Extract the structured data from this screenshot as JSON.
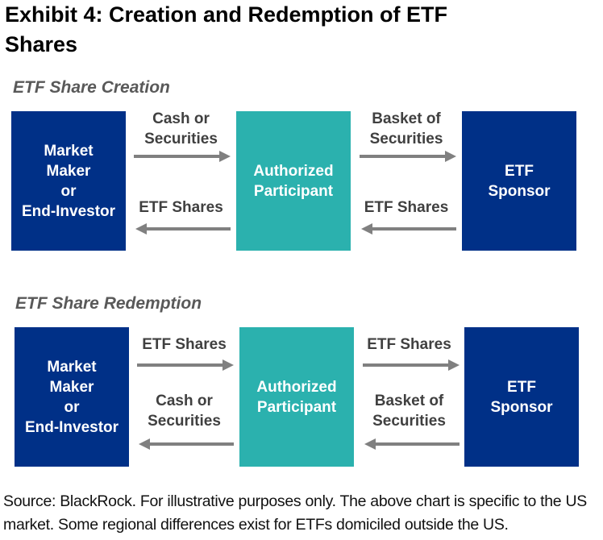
{
  "title": "Exhibit 4: Creation and Redemption of ETF Shares",
  "colors": {
    "navy": "#003087",
    "teal": "#2bb1ae",
    "arrow": "#808080"
  },
  "creation": {
    "heading": "ETF Share Creation",
    "left_box": "Market\nMaker\nor\nEnd-Investor",
    "middle_box": "Authorized\nParticipant",
    "right_box": "ETF\nSponsor",
    "left_top_label": "Cash or\nSecurities",
    "left_bottom_label": "ETF Shares",
    "right_top_label": "Basket of\nSecurities",
    "right_bottom_label": "ETF Shares"
  },
  "redemption": {
    "heading": "ETF Share Redemption",
    "left_box": "Market\nMaker\nor\nEnd-Investor",
    "middle_box": "Authorized\nParticipant",
    "right_box": "ETF\nSponsor",
    "left_top_label": "ETF Shares",
    "left_bottom_label": "Cash or\nSecurities",
    "right_top_label": "ETF Shares",
    "right_bottom_label": "Basket of\nSecurities"
  },
  "source": "Source: BlackRock.  For illustrative purposes only.  The above chart is specific to the US market.  Some regional differences exist for ETFs domiciled outside the US."
}
